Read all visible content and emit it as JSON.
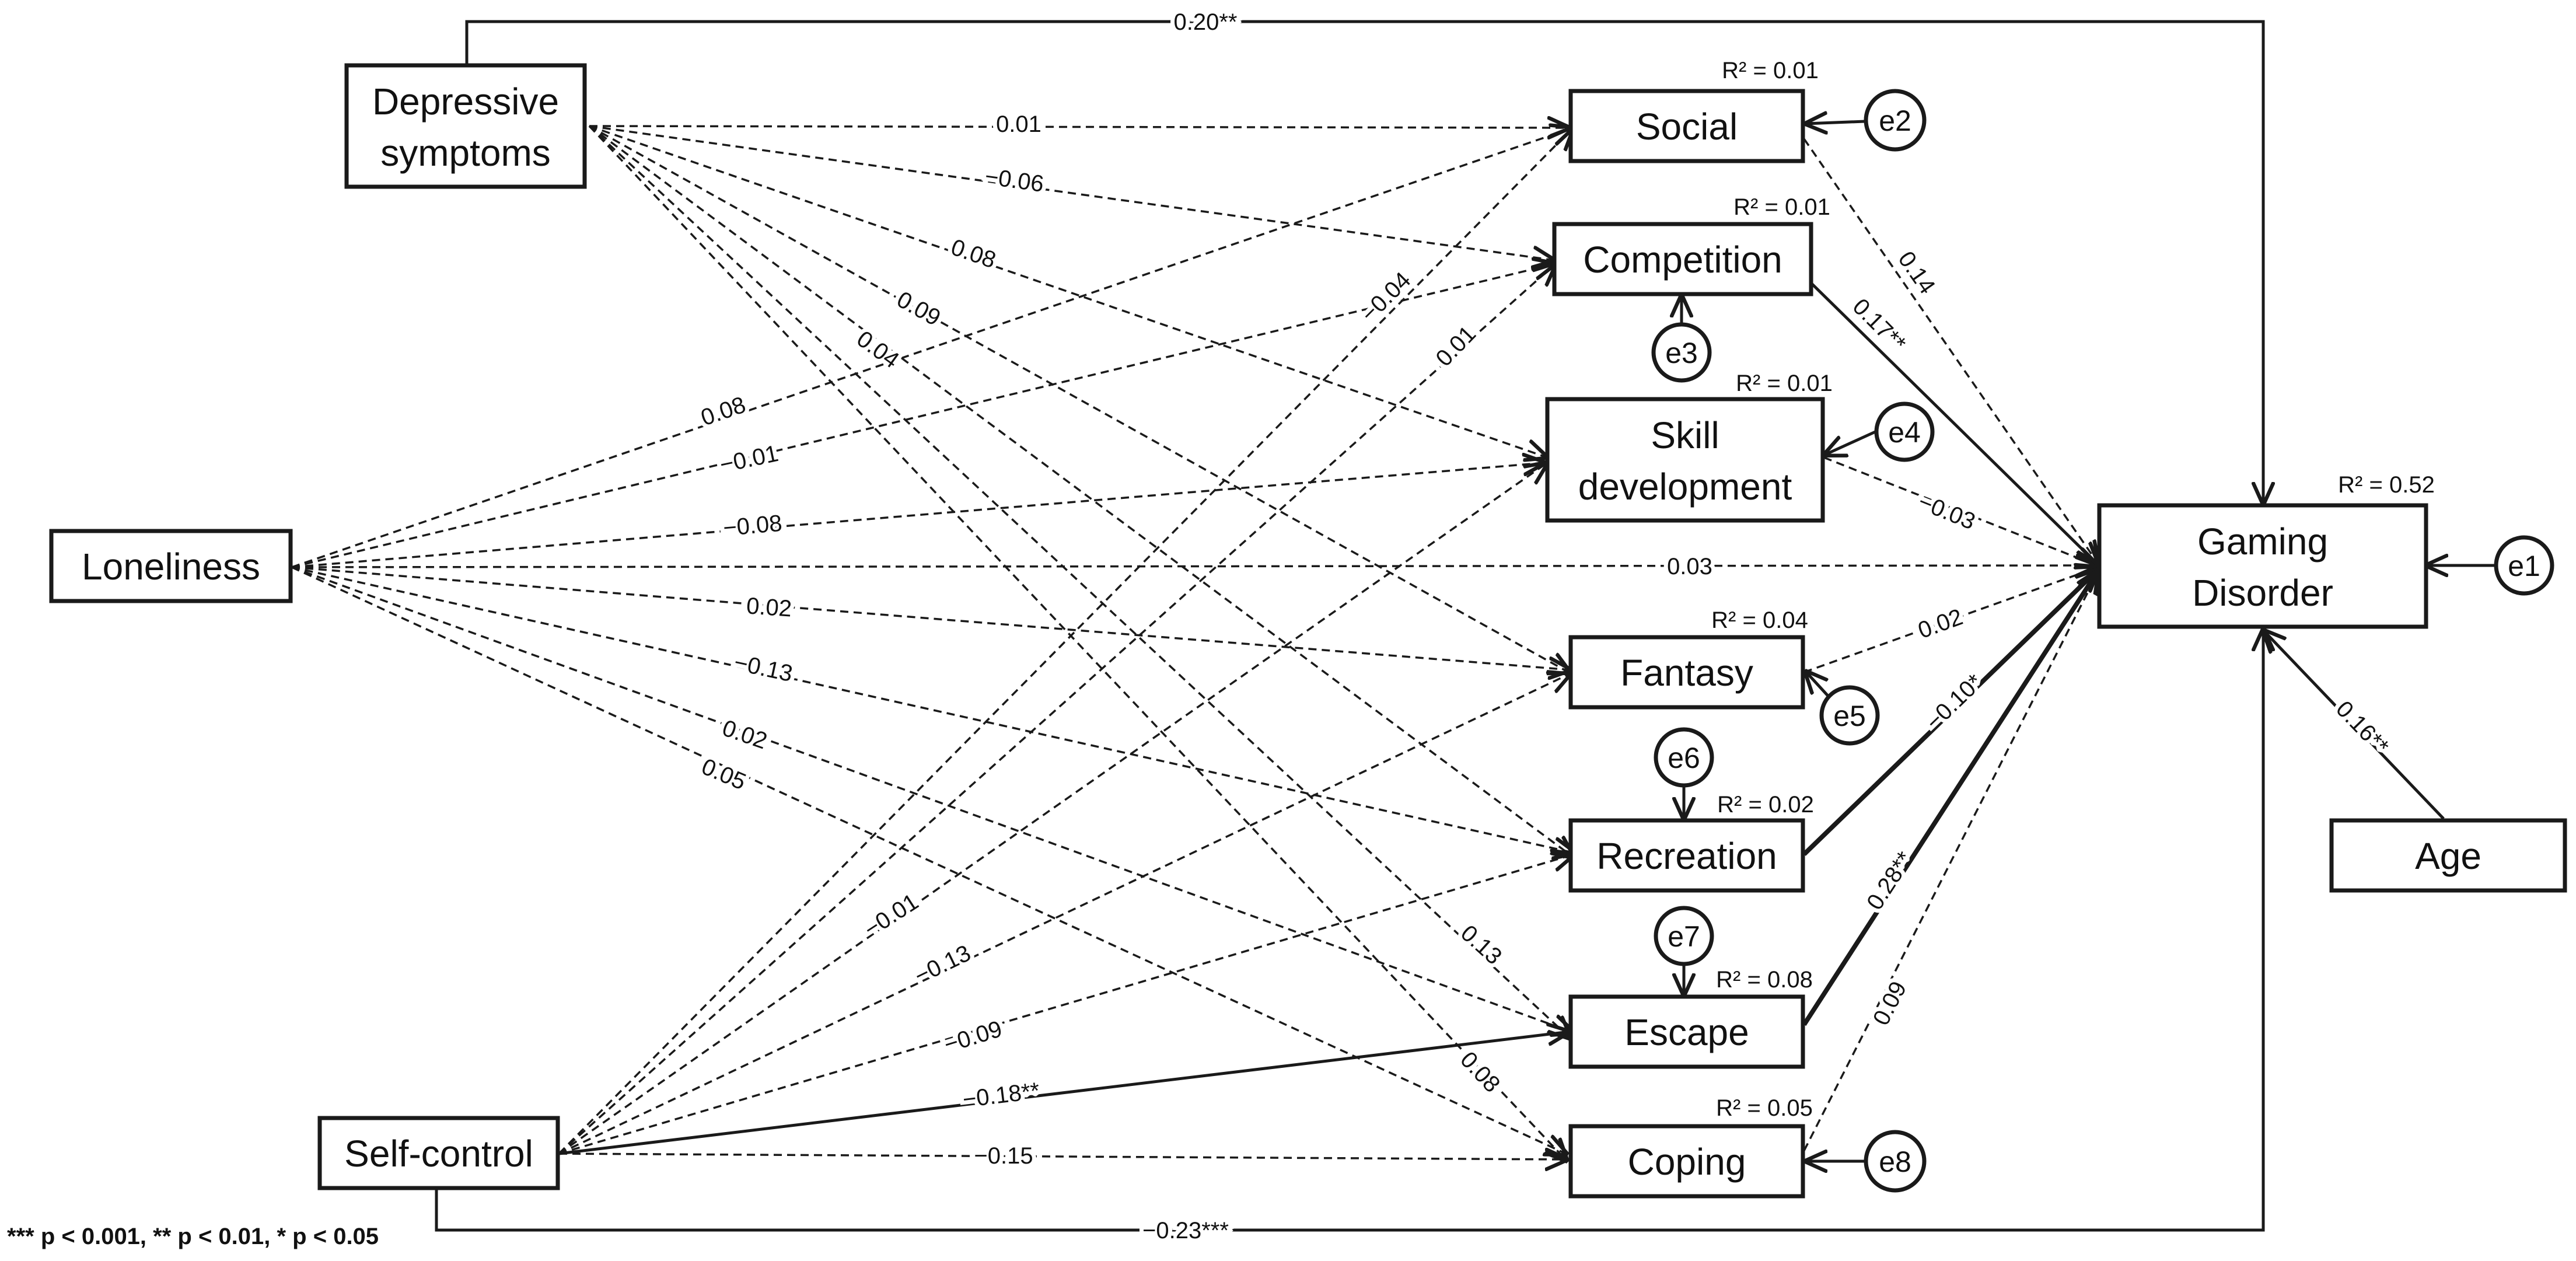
{
  "nodes": {
    "depressive": {
      "line1": "Depressive",
      "line2": "symptoms"
    },
    "loneliness": {
      "label": "Loneliness"
    },
    "selfcontrol": {
      "label": "Self-control"
    },
    "social": {
      "label": "Social"
    },
    "competition": {
      "label": "Competition"
    },
    "skill": {
      "line1": "Skill",
      "line2": "development"
    },
    "fantasy": {
      "label": "Fantasy"
    },
    "recreation": {
      "label": "Recreation"
    },
    "escape": {
      "label": "Escape"
    },
    "coping": {
      "label": "Coping"
    },
    "gaming": {
      "line1": "Gaming",
      "line2": "Disorder"
    },
    "age": {
      "label": "Age"
    }
  },
  "errors": {
    "e1": "e1",
    "e2": "e2",
    "e3": "e3",
    "e4": "e4",
    "e5": "e5",
    "e6": "e6",
    "e7": "e7",
    "e8": "e8"
  },
  "r_squared": {
    "social": "R² = 0.01",
    "competition": "R² = 0.01",
    "skill": "R² = 0.01",
    "fantasy": "R² = 0.04",
    "recreation": "R² = 0.02",
    "escape": "R² = 0.08",
    "coping": "R² = 0.05",
    "gaming": "R² = 0.52"
  },
  "paths": [
    {
      "id": "dep-gd",
      "coef": "0.20**",
      "style": "solid"
    },
    {
      "id": "dep-social",
      "coef": "0.01",
      "style": "dash"
    },
    {
      "id": "dep-comp",
      "coef": "−0.06",
      "style": "dash"
    },
    {
      "id": "dep-skill",
      "coef": "0.08",
      "style": "dash"
    },
    {
      "id": "dep-fantasy",
      "coef": "0.09",
      "style": "dash"
    },
    {
      "id": "dep-recreation",
      "coef": "0.04",
      "style": "dash"
    },
    {
      "id": "dep-escape",
      "coef": "0.13",
      "style": "dash"
    },
    {
      "id": "dep-coping",
      "coef": "0.08",
      "style": "dash"
    },
    {
      "id": "lon-social",
      "coef": "0.08",
      "style": "dash"
    },
    {
      "id": "lon-comp",
      "coef": "−0.01",
      "style": "dash"
    },
    {
      "id": "lon-skill",
      "coef": "−0.08",
      "style": "dash"
    },
    {
      "id": "lon-gd",
      "coef": "0.03",
      "style": "dash"
    },
    {
      "id": "lon-fantasy",
      "coef": "0.02",
      "style": "dash"
    },
    {
      "id": "lon-recreation",
      "coef": "−0.13",
      "style": "dash"
    },
    {
      "id": "lon-escape",
      "coef": "0.02",
      "style": "dash"
    },
    {
      "id": "lon-coping",
      "coef": "0.05",
      "style": "dash"
    },
    {
      "id": "sc-social",
      "coef": "−0.04",
      "style": "dash"
    },
    {
      "id": "sc-comp",
      "coef": "0.01",
      "style": "dash"
    },
    {
      "id": "sc-skill",
      "coef": "−0.01",
      "style": "dash"
    },
    {
      "id": "sc-fantasy",
      "coef": "−0.13",
      "style": "dash"
    },
    {
      "id": "sc-recreation",
      "coef": "−0.09",
      "style": "dash"
    },
    {
      "id": "sc-escape",
      "coef": "−0.18**",
      "style": "solid"
    },
    {
      "id": "sc-coping",
      "coef": "−0.15",
      "style": "dash"
    },
    {
      "id": "sc-gd",
      "coef": "−0.23***",
      "style": "solid"
    },
    {
      "id": "social-gd",
      "coef": "0.14",
      "style": "dash"
    },
    {
      "id": "comp-gd",
      "coef": "0.17**",
      "style": "solid"
    },
    {
      "id": "skill-gd",
      "coef": "−0.03",
      "style": "dash"
    },
    {
      "id": "fantasy-gd",
      "coef": "0.02",
      "style": "dash"
    },
    {
      "id": "recreation-gd",
      "coef": "−0.10*",
      "style": "bold"
    },
    {
      "id": "escape-gd",
      "coef": "0.28**",
      "style": "bold"
    },
    {
      "id": "coping-gd",
      "coef": "0.09",
      "style": "dash"
    },
    {
      "id": "age-gd",
      "coef": "0.16**",
      "style": "solid"
    }
  ],
  "footnote": "*** p < 0.001, ** p < 0.01, * p < 0.05"
}
